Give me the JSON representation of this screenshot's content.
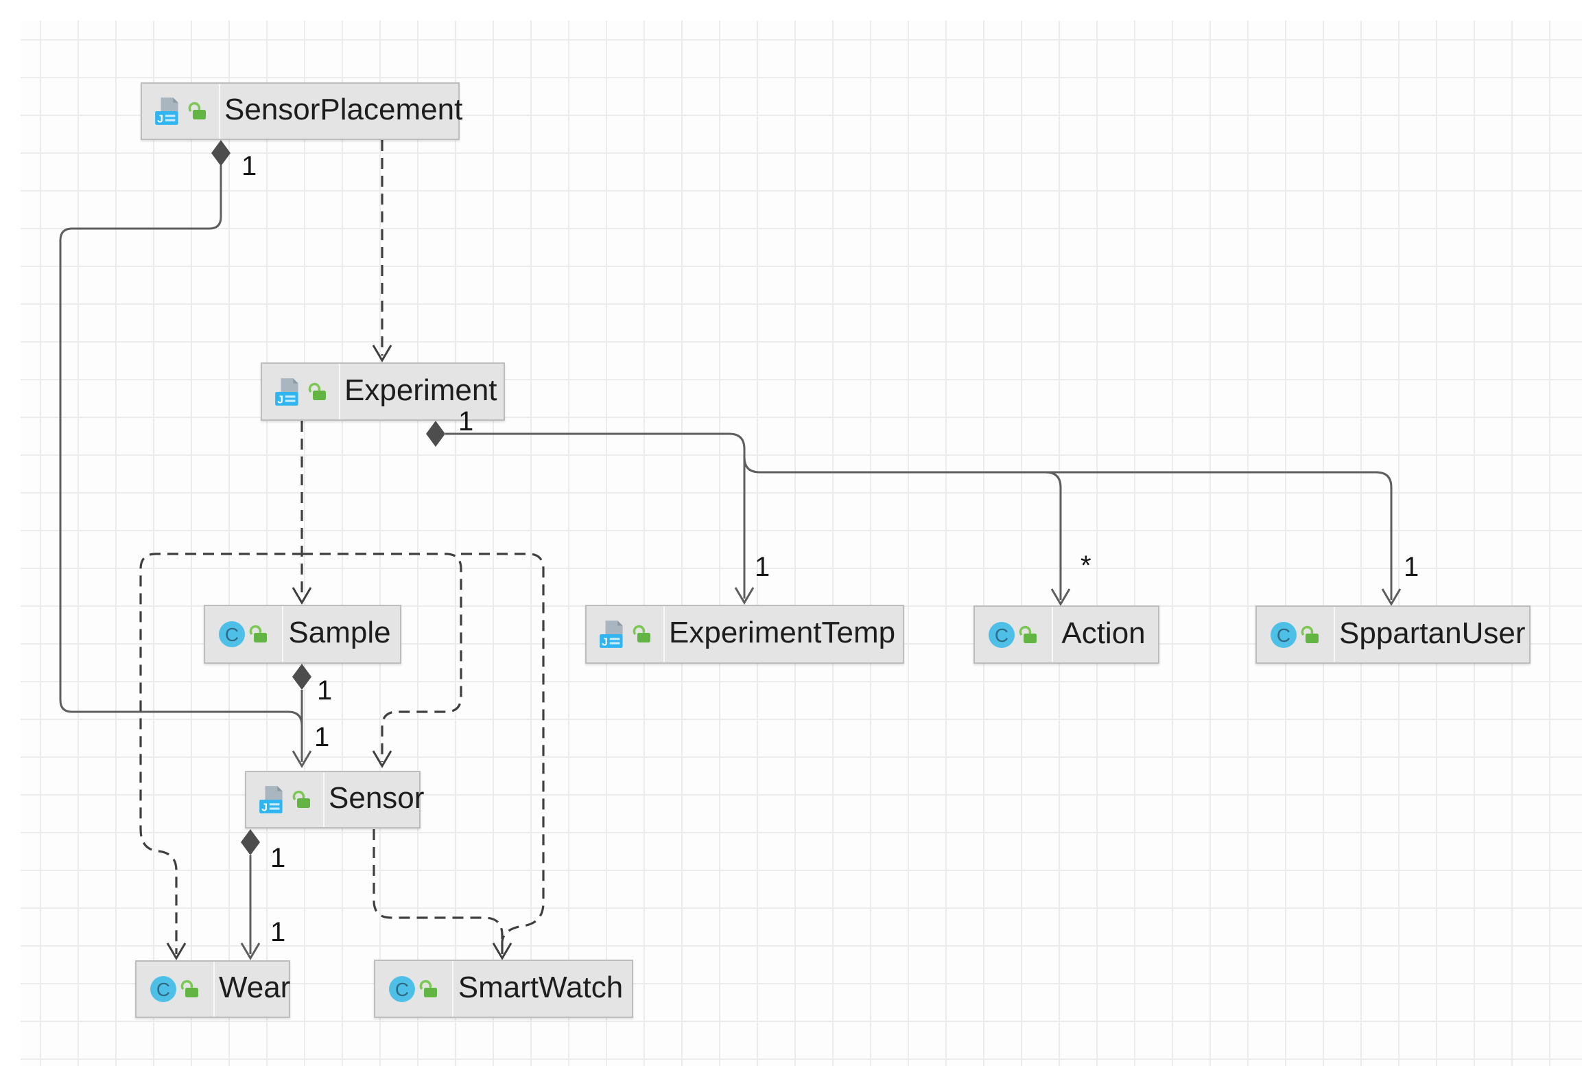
{
  "diagram": {
    "title": "UML class diagram",
    "nodes": [
      {
        "id": "sensor-placement",
        "label": "SensorPlacement",
        "icon": "java-class",
        "lock": "unlocked"
      },
      {
        "id": "experiment",
        "label": "Experiment",
        "icon": "java-class",
        "lock": "unlocked"
      },
      {
        "id": "sample",
        "label": "Sample",
        "icon": "class",
        "lock": "unlocked"
      },
      {
        "id": "experiment-temp",
        "label": "ExperimentTemp",
        "icon": "java-class",
        "lock": "unlocked"
      },
      {
        "id": "action",
        "label": "Action",
        "icon": "class",
        "lock": "unlocked"
      },
      {
        "id": "sppartan-user",
        "label": "SppartanUser",
        "icon": "class",
        "lock": "unlocked"
      },
      {
        "id": "sensor",
        "label": "Sensor",
        "icon": "java-class",
        "lock": "unlocked"
      },
      {
        "id": "wear",
        "label": "Wear",
        "icon": "class",
        "lock": "unlocked"
      },
      {
        "id": "smart-watch",
        "label": "SmartWatch",
        "icon": "class",
        "lock": "unlocked"
      }
    ],
    "class_icon_letter": "C",
    "java_icon_letter": "J",
    "multiplicity_labels": [
      {
        "edge": "sensorplacement-composition-source",
        "text": "1"
      },
      {
        "edge": "experiment-composition-source",
        "text": "1"
      },
      {
        "edge": "experiment-to-experimenttemp",
        "text": "1"
      },
      {
        "edge": "experiment-to-action",
        "text": "*"
      },
      {
        "edge": "experiment-to-sppartanuser",
        "text": "1"
      },
      {
        "edge": "sample-to-sensor",
        "text": "1"
      },
      {
        "edge": "sensorplacement-to-sensor",
        "text": "1"
      },
      {
        "edge": "sensor-composition-source",
        "text": "1"
      },
      {
        "edge": "sensor-to-wear",
        "text": "1"
      }
    ],
    "colors": {
      "node_bg": "#e4e4e4",
      "node_border": "#bdbdbd",
      "solid_edge": "#5e5e5e",
      "dashed_edge": "#3f3f3f",
      "class_icon_bg": "#4ec0e8",
      "lock_green": "#62b543",
      "java_icon_blue": "#30b5f0",
      "grid_line": "#ececec",
      "canvas_bg": "#fdfdfd"
    }
  }
}
